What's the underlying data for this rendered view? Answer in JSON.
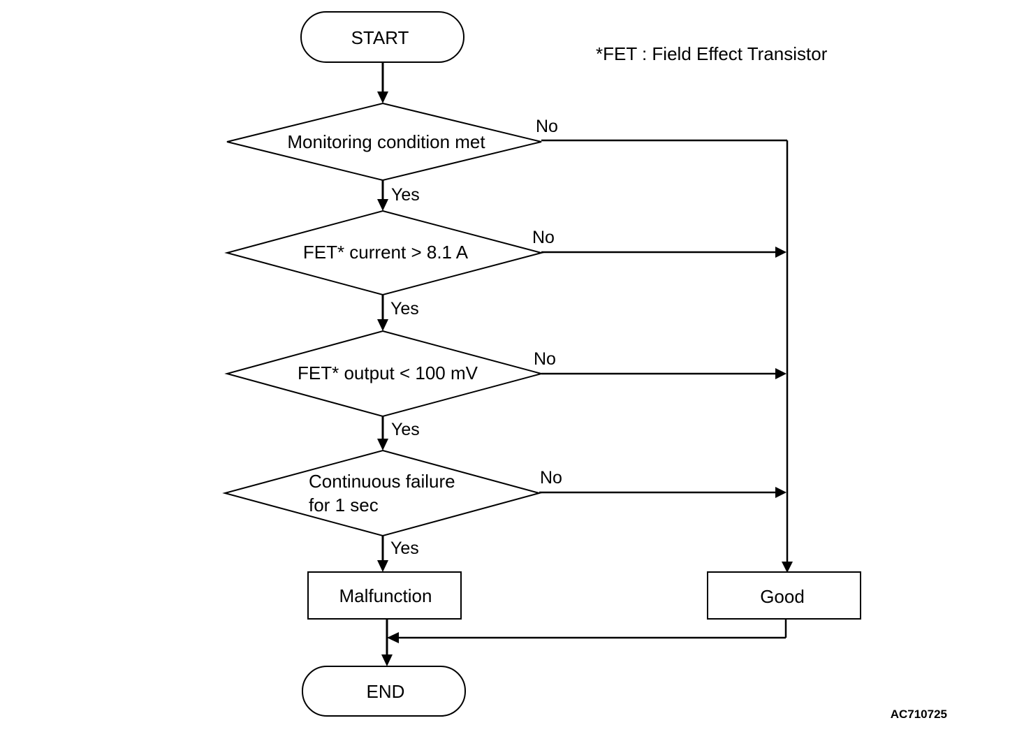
{
  "note": "*FET : Field Effect Transistor",
  "figure_id": "AC710725",
  "nodes": {
    "start": "START",
    "decision_monitoring": "Monitoring condition met",
    "decision_current": "FET* current > 8.1 A",
    "decision_output": "FET* output < 100 mV",
    "decision_continuous_line1": "Continuous failure",
    "decision_continuous_line2": "for 1 sec",
    "malfunction": "Malfunction",
    "good": "Good",
    "end": "END"
  },
  "edges": {
    "yes": "Yes",
    "no": "No"
  }
}
